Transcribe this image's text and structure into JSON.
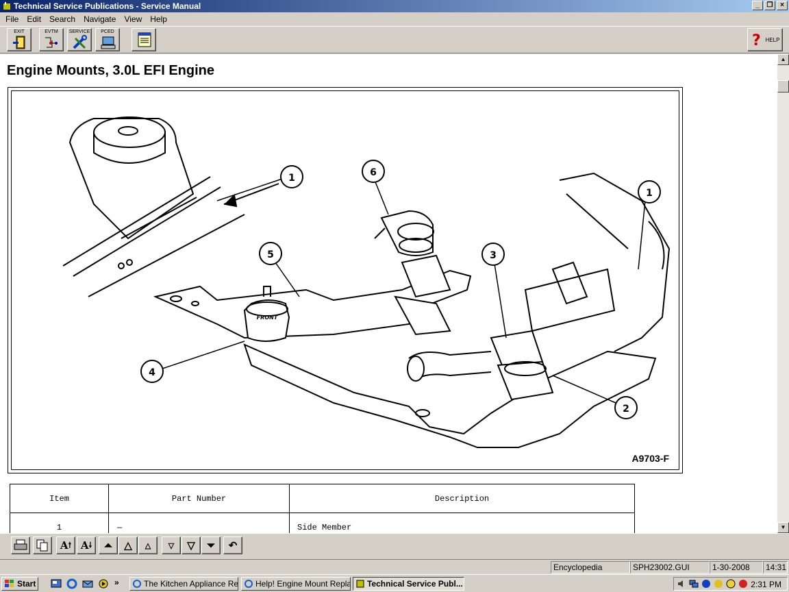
{
  "window": {
    "title": "Technical Service Publications - Service Manual",
    "controls": [
      "_",
      "❐",
      "×"
    ]
  },
  "menu": {
    "items": [
      "File",
      "Edit",
      "Search",
      "Navigate",
      "View",
      "Help"
    ]
  },
  "toolbar": {
    "buttons": [
      {
        "label": "EXIT",
        "icon": "exit-door-icon"
      },
      {
        "label": "EVTM",
        "icon": "wiring-diagram-icon"
      },
      {
        "label": "SERVICE",
        "icon": "wrench-tools-icon"
      },
      {
        "label": "PCED",
        "icon": "computer-diagnostic-icon"
      },
      {
        "label": "",
        "icon": "notepad-icon"
      }
    ],
    "help_label": "HELP"
  },
  "document": {
    "title": "Engine Mounts, 3.0L EFI Engine",
    "figure": {
      "id": "A9703-F",
      "callouts": [
        "1",
        "6",
        "1",
        "5",
        "3",
        "4",
        "2"
      ],
      "stamp": "FRONT"
    },
    "table": {
      "headers": [
        "Item",
        "Part Number",
        "Description"
      ],
      "rows": [
        {
          "item": "1",
          "part_number": "—",
          "description": "Side Member"
        }
      ]
    }
  },
  "navbar": {
    "buttons": [
      "print-icon",
      "copy-icon",
      "font-increase-icon",
      "font-decrease-icon",
      "first-page-icon",
      "previous-section-icon",
      "previous-page-icon",
      "next-page-icon",
      "next-section-icon",
      "last-page-icon",
      "back-icon"
    ],
    "labels": {
      "font_up": "A",
      "font_down": "A"
    }
  },
  "status": {
    "mode": "Encyclopedia",
    "file": "SPH23002.GUI",
    "date": "1-30-2008",
    "time": "14:31"
  },
  "taskbar": {
    "start_label": "Start",
    "chevron": "»",
    "tasks": [
      {
        "label": "The Kitchen Appliance Re...",
        "active": false
      },
      {
        "label": "Help! Engine Mount Repla...",
        "active": false
      },
      {
        "label": "Technical Service Publ...",
        "active": true
      }
    ],
    "clock": "2:31 PM"
  },
  "colors": {
    "title_start": "#0a246a",
    "title_end": "#a6caf0",
    "chrome": "#d4d0c8",
    "help_red": "#cc0000"
  }
}
